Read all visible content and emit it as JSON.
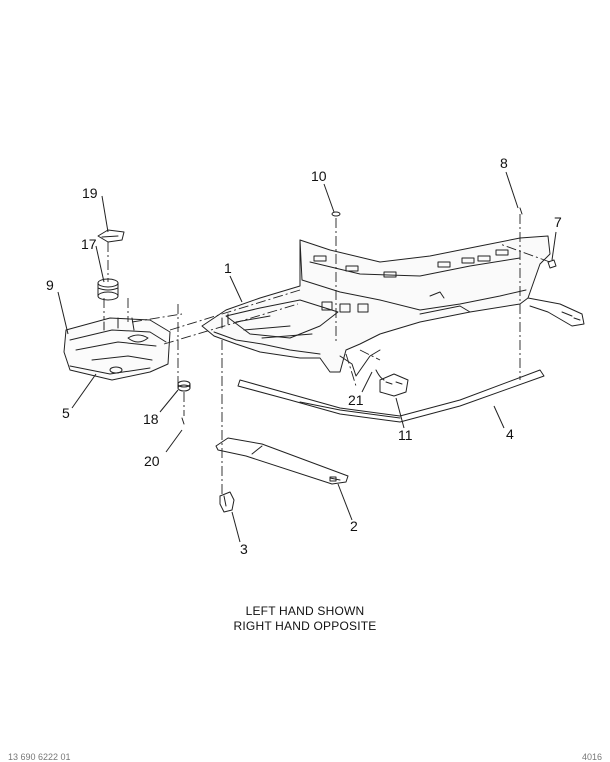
{
  "callouts": {
    "c1": "1",
    "c2": "2",
    "c3": "3",
    "c4": "4",
    "c5": "5",
    "c7": "7",
    "c8": "8",
    "c9": "9",
    "c10": "10",
    "c11": "11",
    "c17": "17",
    "c18": "18",
    "c19": "19",
    "c20": "20",
    "c21": "21"
  },
  "caption": {
    "line1": "LEFT HAND SHOWN",
    "line2": "RIGHT HAND OPPOSITE"
  },
  "footer": {
    "left": "13 690 6222 01",
    "right": "4016"
  }
}
